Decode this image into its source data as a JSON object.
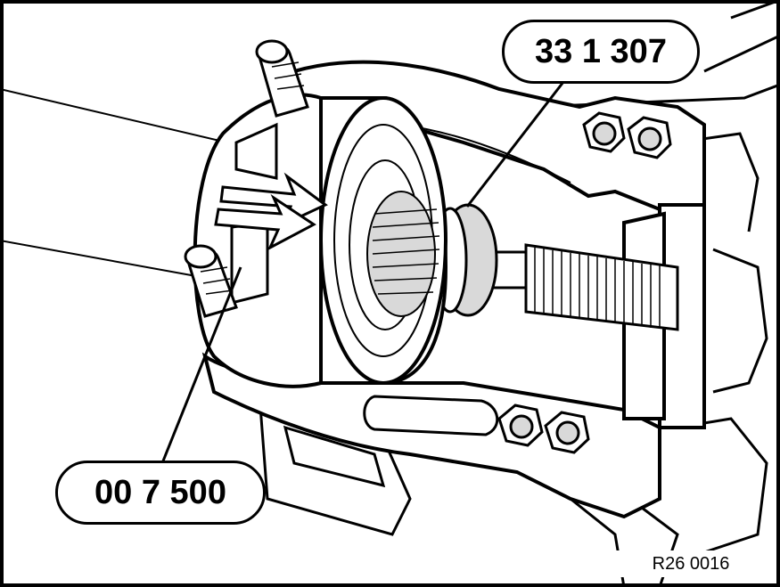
{
  "diagram": {
    "callouts": {
      "puller_tool": "33 1 307",
      "thrust_piece": "00 7 500"
    },
    "figure_id": "R26 0016",
    "colors": {
      "line": "#000000",
      "fill": "#ffffff",
      "shade": "#d9d9d9",
      "dark_shade": "#a8a8a8"
    },
    "icons": [
      "arrow-right-icon",
      "arrow-right-icon"
    ]
  }
}
